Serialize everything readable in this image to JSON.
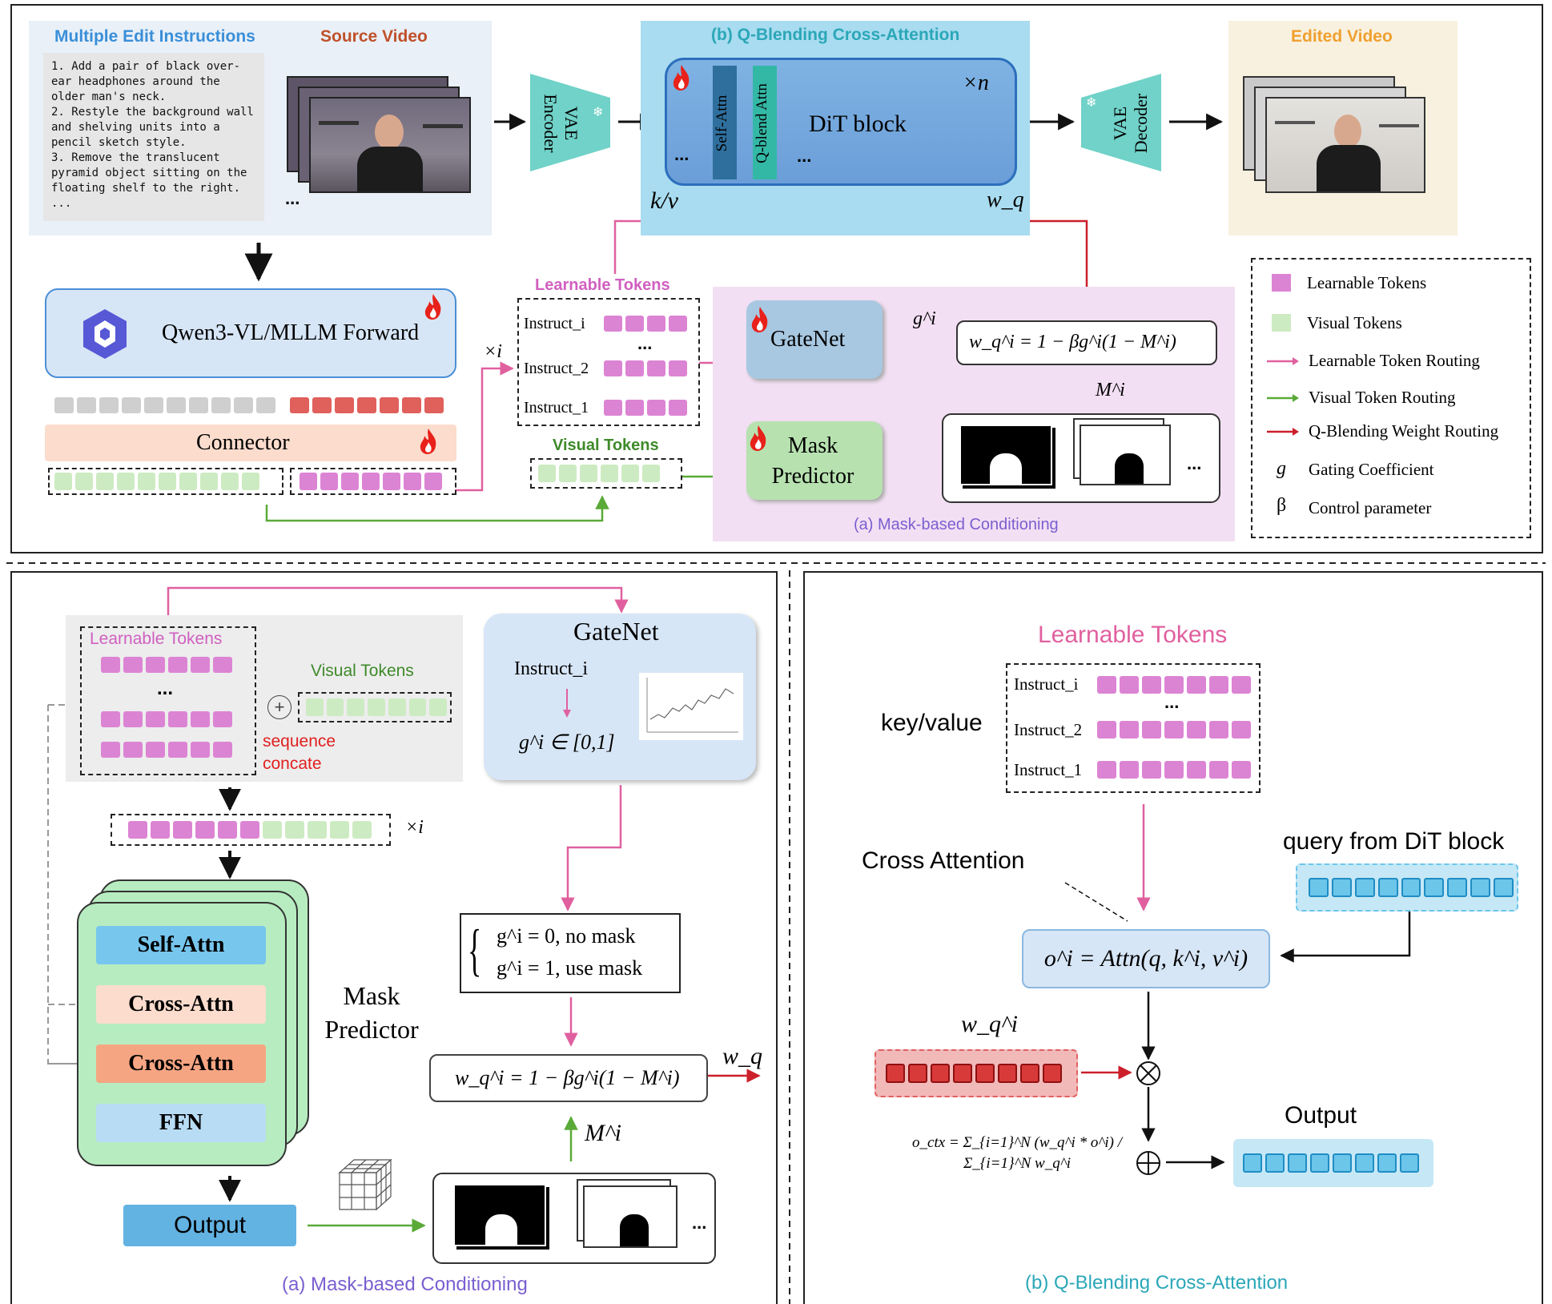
{
  "top": {
    "multiple_edit_title": "Multiple Edit Instructions",
    "source_video_title": "Source Video",
    "instructions": [
      "1. Add a pair of black over-ear headphones around the older man's neck.",
      "2. Restyle the background wall and shelving units into a pencil sketch style.",
      "3. Remove the translucent pyramid object sitting on the floating shelf to the right.",
      "..."
    ],
    "source_ellipsis": "...",
    "vae_encoder": "VAE Encoder",
    "q_blend_title": "(b) Q-Blending Cross-Attention",
    "self_attn": "Self-Attn",
    "q_blend_attn": "Q-blend Attn",
    "dit_block": "DiT block",
    "times_n": "×n",
    "dit_ellipsis_left": "...",
    "dit_ellipsis_right": "...",
    "kv_label": "k/v",
    "wq_label": "w_q",
    "vae_decoder": "VAE Decoder",
    "edited_video_title": "Edited Video",
    "qwen_label": "Qwen3-VL/MLLM Forward",
    "connector_label": "Connector",
    "times_i": "×i",
    "learnable_tokens_title": "Learnable Tokens",
    "instruct_rows": [
      "Instruct_i",
      "...",
      "Instruct_2",
      "Instruct_1"
    ],
    "visual_tokens_title": "Visual Tokens",
    "gatenet_label": "GateNet",
    "g_label": "g^i",
    "weight_formula": "w_q^i = 1 − βg^i(1 − M^i)",
    "m_label": "M^i",
    "mask_predictor_label": "Mask Predictor",
    "mask_ellipsis": "...",
    "mask_conditioning_caption": "(a) Mask-based Conditioning"
  },
  "legend": {
    "items": [
      {
        "symbol": "pink-square",
        "text": "Learnable Tokens"
      },
      {
        "symbol": "green-square",
        "text": "Visual Tokens"
      },
      {
        "symbol": "pink-arrow",
        "text": "Learnable Token Routing"
      },
      {
        "symbol": "green-arrow",
        "text": "Visual Token Routing"
      },
      {
        "symbol": "red-arrow",
        "text": "Q-Blending Weight Routing"
      },
      {
        "symbol": "g",
        "text": "Gating Coefficient"
      },
      {
        "symbol": "β",
        "text": "Control parameter"
      }
    ]
  },
  "bottom_left": {
    "learnable_tokens_title": "Learnable Tokens",
    "ellipsis": "...",
    "plus_symbol": "+",
    "visual_tokens_title": "Visual Tokens",
    "sequence_concate": "sequence concate",
    "times_i": "×i",
    "gatenet_title": "GateNet",
    "instruct_i": "Instruct_i",
    "g_range": "g^i ∈ [0,1]",
    "case_no_mask": "g^i = 0, no mask",
    "case_use_mask": "g^i = 1, use mask",
    "self_attn": "Self-Attn",
    "cross_attn_1": "Cross-Attn",
    "cross_attn_2": "Cross-Attn",
    "ffn": "FFN",
    "mask_predictor": "Mask Predictor",
    "weight_formula": "w_q^i = 1 − βg^i(1 − M^i)",
    "wq_out": "w_q",
    "m_label": "M^i",
    "output": "Output",
    "mask_ellipsis": "...",
    "caption": "(a) Mask-based Conditioning"
  },
  "bottom_right": {
    "learnable_tokens_title": "Learnable Tokens",
    "key_value": "key/value",
    "instruct_rows": [
      "Instruct_i",
      "...",
      "Instruct_2",
      "Instruct_1"
    ],
    "cross_attention": "Cross Attention",
    "query_label": "query from DiT block",
    "attn_formula": "o^i = Attn(q, k^i, v^i)",
    "wq_label": "w_q^i",
    "otimes": "⊗",
    "oplus": "⊕",
    "octx_formula": "o_ctx = Σ_{i=1}^N (w_q^i * o^i) / Σ_{i=1}^N w_q^i",
    "output": "Output",
    "caption": "(b) Q-Blending Cross-Attention"
  },
  "colors": {
    "pink": "#dc84d4",
    "green": "#cdebc2",
    "routing_pink": "#e0609f",
    "routing_green": "#5aaa38",
    "routing_red": "#cc1f2a",
    "caption_purple": "#7a5fd0",
    "caption_teal": "#2ba7b8",
    "orange_title": "#f0a030",
    "blue_title": "#3a8fd8"
  }
}
